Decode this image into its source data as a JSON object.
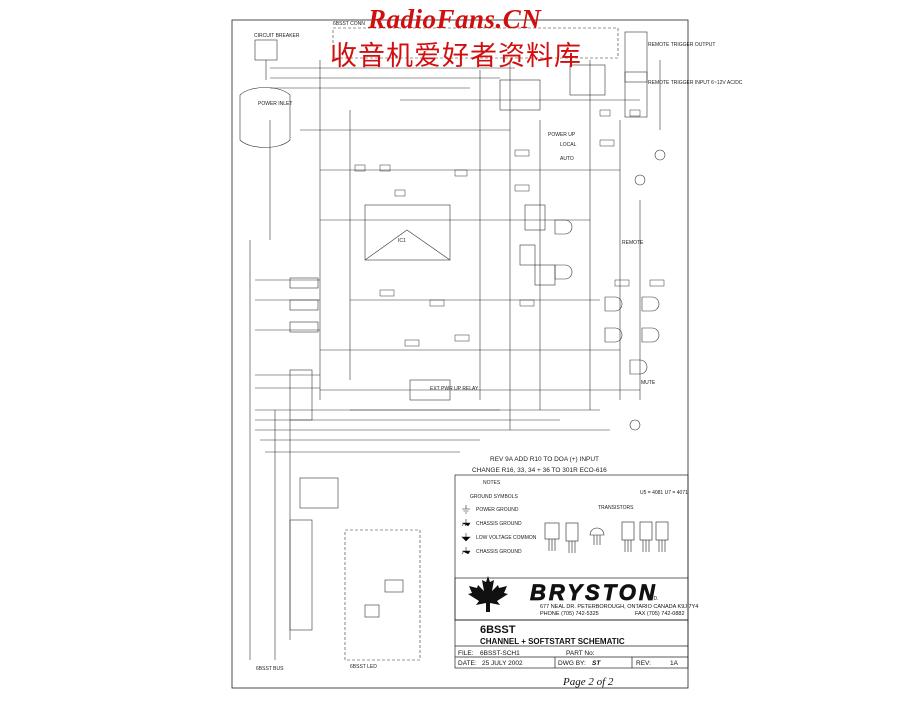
{
  "watermark": {
    "site": "RadioFans.CN",
    "chinese": "收音机爱好者资料库"
  },
  "schematic": {
    "regions": {
      "top_bus": "6BSST CONN",
      "bottom_left_bus": "6BSST BUS",
      "bottom_led": "6BSST LED"
    },
    "labels": {
      "breaker": "CIRCUIT BREAKER",
      "power_inlet": "POWER INLET",
      "remote_trigger_output": "REMOTE TRIGGER OUTPUT",
      "remote_trigger_input": "REMOTE TRIGGER INPUT 6~12V AC/DC",
      "power_up": "POWER UP",
      "local": "LOCAL",
      "auto": "AUTO",
      "remote": "REMOTE",
      "mute": "MUTE",
      "softstart_relay": "EXT PWR UP RELAY",
      "ic": "IC1",
      "u5_u6": "U5 = 4081   U7 = 4071"
    }
  },
  "rev_note": {
    "line1": "REV 9A ADD R10 TO DOA (+) INPUT",
    "line2": "CHANGE R16, 33, 34 + 36 TO 301R ECO-616"
  },
  "notes": {
    "title": "NOTES",
    "ground_symbols_title": "GROUND SYMBOLS",
    "ground_types": [
      "POWER GROUND",
      "CHASSIS GROUND",
      "LOW VOLTAGE COMMON",
      "CHASSIS GROUND"
    ],
    "transistors_title": "TRANSISTORS"
  },
  "company": {
    "name": "BRYSTON",
    "suffix": "LTD.",
    "address": "677 NEAL DR. PETERBOROUGH, ONTARIO CANADA K9J 7Y4",
    "phone": "PHONE (705) 742-5325",
    "fax": "FAX (705) 742-0882"
  },
  "title_block": {
    "model": "6BSST",
    "title": "CHANNEL + SOFTSTART SCHEMATIC",
    "file_label": "FILE:",
    "file_value": "6BSST-SCH1",
    "part_label": "PART No:",
    "part_value": "",
    "date_label": "DATE:",
    "date_value": "25 JULY 2002",
    "dwg_label": "DWG BY:",
    "dwg_value": "ST",
    "rev_label": "REV:",
    "rev_value": "1A"
  },
  "footer": {
    "page": "Page 2 of 2"
  }
}
